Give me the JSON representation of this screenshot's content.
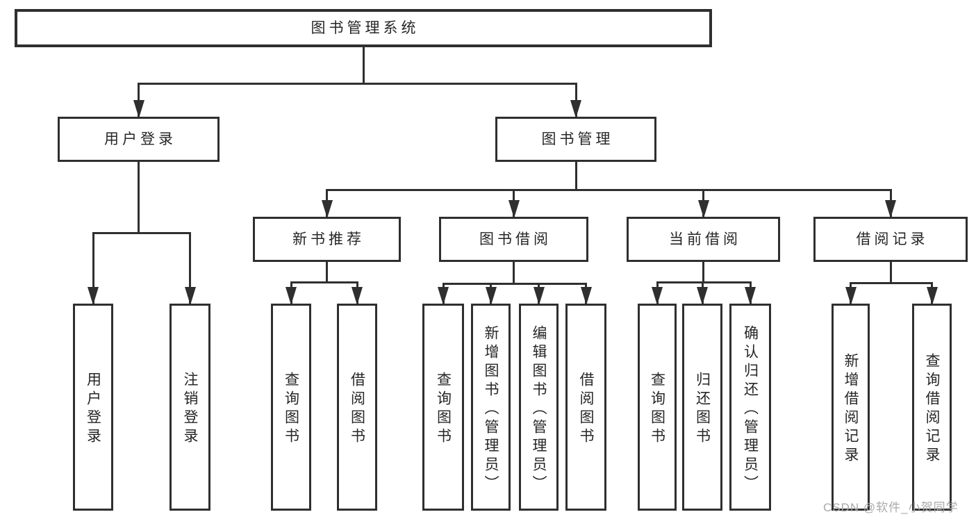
{
  "diagram": {
    "title": "图书管理系统",
    "watermark": "CSDN @软件_小贺同学",
    "colors": {
      "line": "#2f2f2f",
      "text": "#262626",
      "background": "#ffffff",
      "watermark": "#a9a9a9"
    },
    "tree": {
      "id": "root",
      "label": "图书管理系统",
      "children": [
        {
          "id": "user-login",
          "label": "用户登录",
          "children": [
            {
              "id": "user-login-leaf",
              "label": "用户登录"
            },
            {
              "id": "logout-leaf",
              "label": "注销登录"
            }
          ]
        },
        {
          "id": "book-mgmt",
          "label": "图书管理",
          "children": [
            {
              "id": "new-book-rec",
              "label": "新书推荐",
              "children": [
                {
                  "id": "nbr-query",
                  "label": "查询图书"
                },
                {
                  "id": "nbr-borrow",
                  "label": "借阅图书"
                }
              ]
            },
            {
              "id": "book-borrow",
              "label": "图书借阅",
              "children": [
                {
                  "id": "bb-query",
                  "label": "查询图书"
                },
                {
                  "id": "bb-add",
                  "label": "新增图书（管理员）"
                },
                {
                  "id": "bb-edit",
                  "label": "编辑图书（管理员）"
                },
                {
                  "id": "bb-borrow",
                  "label": "借阅图书"
                }
              ]
            },
            {
              "id": "current-borrow",
              "label": "当前借阅",
              "children": [
                {
                  "id": "cb-query",
                  "label": "查询图书"
                },
                {
                  "id": "cb-return",
                  "label": "归还图书"
                },
                {
                  "id": "cb-confirm",
                  "label": "确认归还（管理员）"
                }
              ]
            },
            {
              "id": "borrow-records",
              "label": "借阅记录",
              "children": [
                {
                  "id": "br-add",
                  "label": "新增借阅记录"
                },
                {
                  "id": "br-query",
                  "label": "查询借阅记录"
                }
              ]
            }
          ]
        }
      ]
    }
  }
}
